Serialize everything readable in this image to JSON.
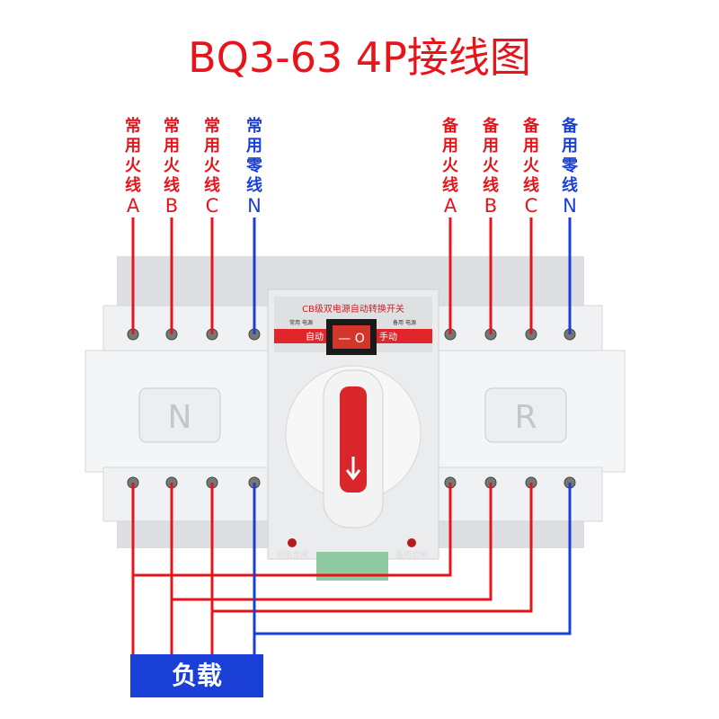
{
  "title": "BQ3-63 4P接线图",
  "terminals_top": [
    {
      "label": "常用火线",
      "letter": "A",
      "color": "#e8141b"
    },
    {
      "label": "常用火线",
      "letter": "B",
      "color": "#e8141b"
    },
    {
      "label": "常用火线",
      "letter": "C",
      "color": "#e8141b"
    },
    {
      "label": "常用零线",
      "letter": "N",
      "color": "#1a3fd6"
    },
    {
      "label": "备用火线",
      "letter": "A",
      "color": "#e8141b"
    },
    {
      "label": "备用火线",
      "letter": "B",
      "color": "#e8141b"
    },
    {
      "label": "备用火线",
      "letter": "C",
      "color": "#e8141b"
    },
    {
      "label": "备用零线",
      "letter": "N",
      "color": "#1a3fd6"
    }
  ],
  "device": {
    "panel_title": "CB级双电源自动转换开关",
    "indicator_left": "常用 电源",
    "indicator_right": "备用 电源",
    "mode_auto": "自动",
    "mode_manual": "手动",
    "switch_symbols": "— O",
    "side_left": "N",
    "side_right": "R",
    "closed_left": "常用合闸",
    "closed_right": "备用合闸"
  },
  "load_label": "负载",
  "colors": {
    "live": "#e8141b",
    "neutral": "#1a3fd6",
    "body": "#e9eaec"
  }
}
